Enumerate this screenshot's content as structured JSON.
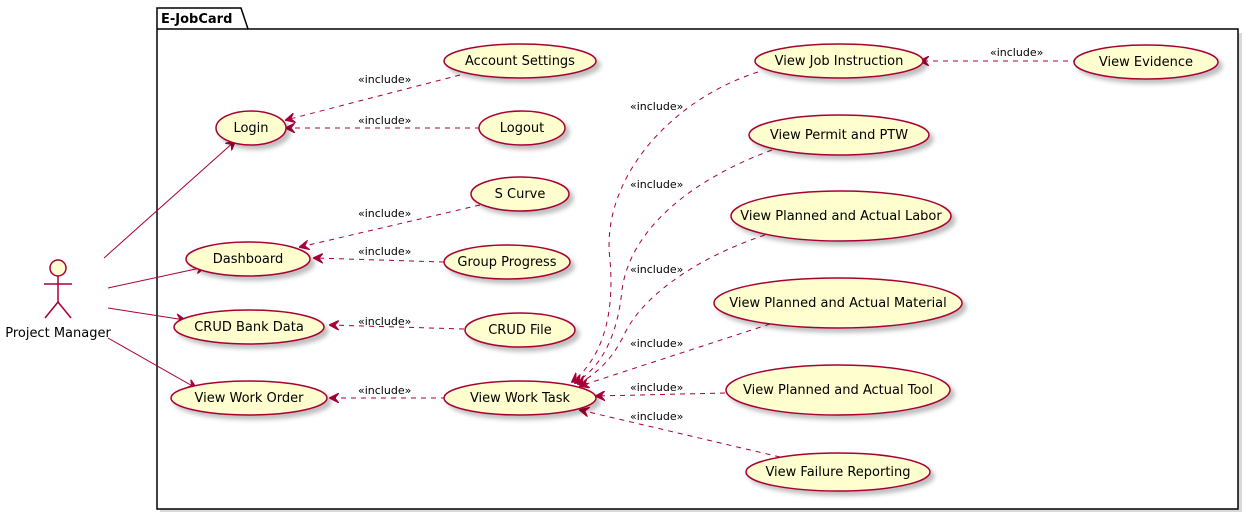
{
  "package": {
    "title": "E-JobCard"
  },
  "actor": {
    "name": "Project Manager"
  },
  "colors": {
    "usecase_fill": "#FEFECE",
    "border": "#A80036",
    "shadow": "#C8C8C8",
    "package_border": "#000000"
  },
  "stereotype": "«include»",
  "usecases": {
    "login": "Login",
    "account_settings": "Account Settings",
    "logout": "Logout",
    "dashboard": "Dashboard",
    "s_curve": "S Curve",
    "group_progress": "Group Progress",
    "crud_bank_data": "CRUD Bank Data",
    "crud_file": "CRUD File",
    "view_work_order": "View Work Order",
    "view_work_task": "View Work Task",
    "view_job_instruction": "View Job Instruction",
    "view_evidence": "View Evidence",
    "view_permit_ptw": "View Permit and PTW",
    "view_planned_labor": "View Planned and Actual Labor",
    "view_planned_material": "View Planned and Actual Material",
    "view_planned_tool": "View Planned and Actual Tool",
    "view_failure_reporting": "View Failure Reporting"
  }
}
